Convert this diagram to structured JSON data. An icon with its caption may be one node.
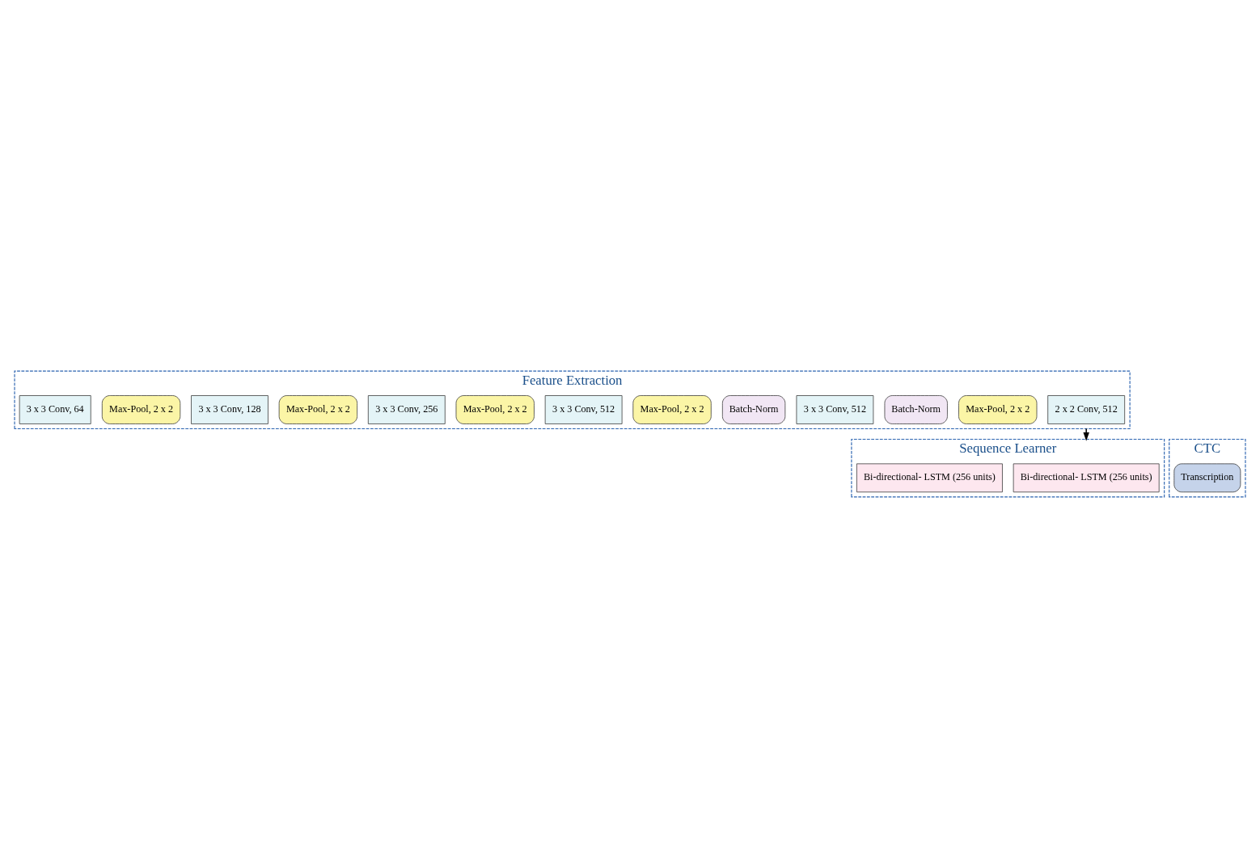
{
  "diagram": {
    "nodes": [
      {
        "text": [
          "Feature Extraction"
        ]
      },
      {
        "text": [
          "3 x 3 Conv, 64"
        ],
        "in": 0
      },
      {
        "text": [
          "Max-Pool, 2 x 2"
        ],
        "in": 0
      },
      {
        "text": [
          "3 x 3 Conv, 128"
        ],
        "in": 0
      },
      {
        "text": [
          "Max-Pool, 2 x 2"
        ],
        "in": 0
      },
      {
        "text": [
          "3 x 3 Conv, 256"
        ],
        "in": 0
      },
      {
        "text": [
          "Max-Pool, 2 x 2"
        ],
        "in": 0
      },
      {
        "text": [
          "3 x 3 Conv, 512"
        ],
        "in": 0
      },
      {
        "text": [
          "Max-Pool, 2 x 2"
        ],
        "in": 0
      },
      {
        "text": [
          "Batch-Norm"
        ],
        "in": 0
      },
      {
        "text": [
          "3 x 3 Conv, 512"
        ],
        "in": 0
      },
      {
        "text": [
          "Batch-Norm"
        ],
        "in": 0
      },
      {
        "text": [
          "Max-Pool, 2 x 2"
        ],
        "in": 0
      },
      {
        "text": [
          "2 x 2 Conv, 512"
        ],
        "in": 0
      },
      {
        "text": [
          "CTC"
        ]
      },
      {
        "text": [
          "Transcription"
        ],
        "in": 14
      },
      {
        "text": [
          "Sequence Learner"
        ]
      },
      {
        "text": [
          "Bi-directional- LSTM (256 units)"
        ],
        "in": 16
      },
      {
        "text": [
          "Bi-directional- LSTM (256 units)"
        ],
        "in": 16
      }
    ],
    "edges": [
      {
        "from": 0,
        "to": 16,
        "arrow": "to"
      }
    ]
  }
}
